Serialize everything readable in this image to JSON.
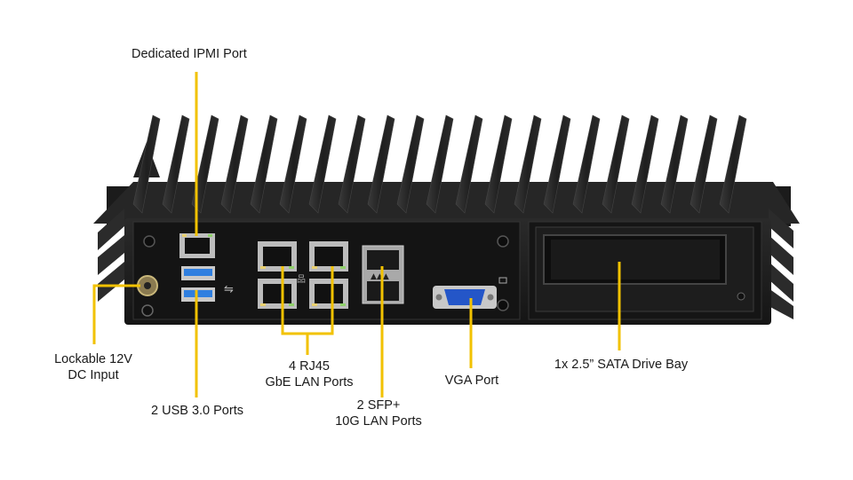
{
  "labels": {
    "ipmi": "Dedicated IPMI  Port",
    "dc_line1": "Lockable 12V",
    "dc_line2": "DC Input",
    "usb": "2 USB 3.0 Ports",
    "rj45_line1": "4 RJ45",
    "rj45_line2": "GbE LAN Ports",
    "sfp_line1": "2 SFP+",
    "sfp_line2": "10G LAN Ports",
    "vga": "VGA Port",
    "drive_bay": "1x 2.5” SATA Drive Bay"
  },
  "colors": {
    "callout": "#f2c200",
    "chassis": "#1c1c1c",
    "fin": "#232323",
    "panel": "#121212",
    "usb_blue": "#2f7fe0",
    "vga_blue": "#2456c8"
  }
}
